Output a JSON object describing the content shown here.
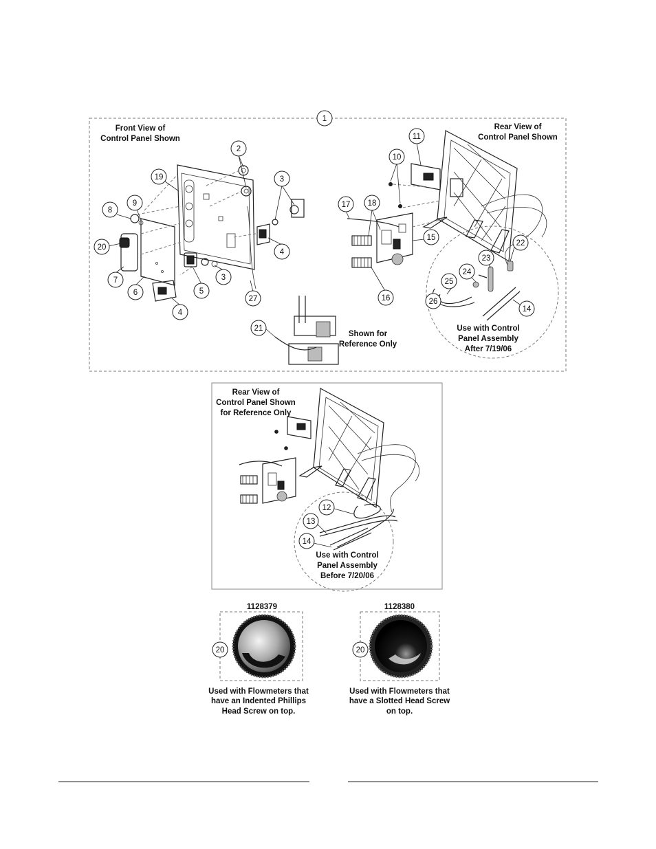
{
  "callouts": {
    "main_assembly": "1",
    "front": [
      "2",
      "3",
      "4",
      "5",
      "3",
      "4",
      "6",
      "7",
      "8",
      "9",
      "19",
      "20",
      "27"
    ],
    "rear": [
      "10",
      "11",
      "15",
      "16",
      "17",
      "18",
      "22",
      "23",
      "24",
      "25",
      "26",
      "14",
      "21"
    ],
    "ref": [
      "12",
      "13",
      "14"
    ],
    "knob_left": "20",
    "knob_right": "20"
  },
  "labels": {
    "front_view_line1": "Front View of",
    "front_view_line2": "Control Panel Shown",
    "rear_view_line1": "Rear View of",
    "rear_view_line2": "Control Panel Shown",
    "shown_ref_line1": "Shown for",
    "shown_ref_line2": "Reference Only",
    "after_line1": "Use with Control",
    "after_line2": "Panel Assembly",
    "after_line3": "After 7/19/06",
    "ref_rear_line1": "Rear View of",
    "ref_rear_line2": "Control Panel Shown",
    "ref_rear_line3": "for Reference Only",
    "before_line1": "Use with Control",
    "before_line2": "Panel Assembly",
    "before_line3": "Before 7/20/06"
  },
  "knobs": [
    {
      "part_number": "1128379",
      "caption_line1": "Used with Flowmeters that",
      "caption_line2": "have an Indented Phillips",
      "caption_line3": "Head Screw on top."
    },
    {
      "part_number": "1128380",
      "caption_line1": "Used with Flowmeters that",
      "caption_line2": "have a Slotted Head Screw",
      "caption_line3": "on top."
    }
  ]
}
